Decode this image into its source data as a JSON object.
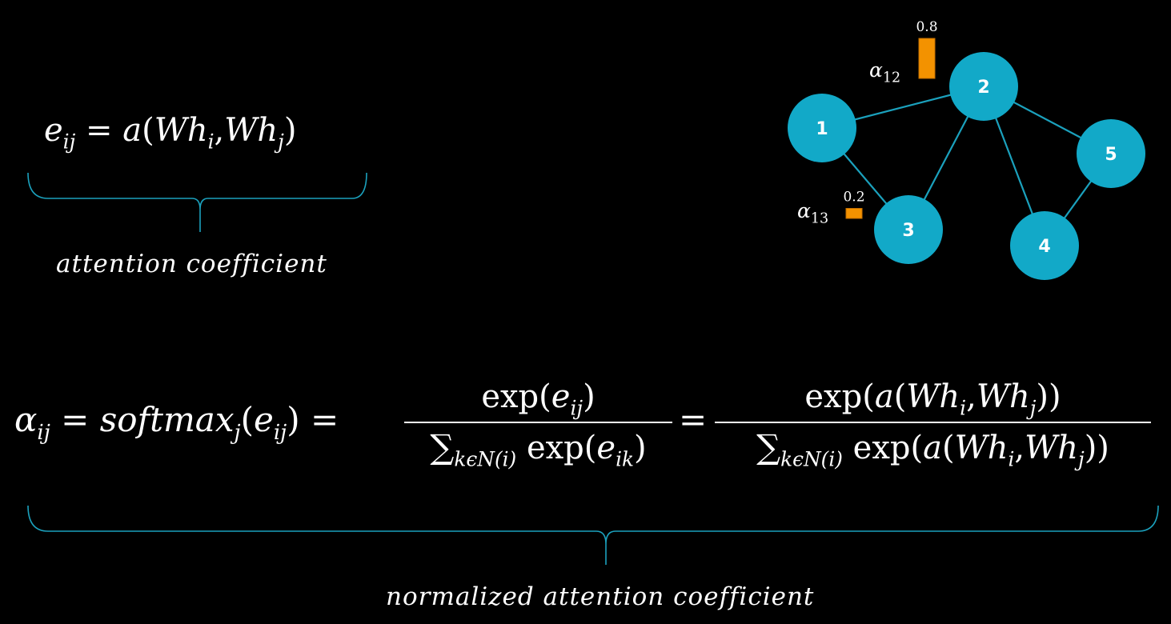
{
  "equation_e": {
    "lhs": "e",
    "lhs_sub": "ij",
    "eq": "=",
    "func": "a",
    "open": "(",
    "arg1": "Wh",
    "arg1_sub": "i",
    "comma": ",",
    "arg2": "Wh",
    "arg2_sub": "j",
    "close": ")"
  },
  "caption_top": "attention coefficient",
  "equation_alpha": {
    "lhs": "α",
    "lhs_sub": "ij",
    "eq1": "=",
    "softmax": "softmax",
    "softmax_sub": "j",
    "open": "(",
    "arg": "e",
    "arg_sub": "ij",
    "close": ")",
    "eq2": "=",
    "frac1_num_exp": "exp(",
    "frac1_num_e": "e",
    "frac1_num_sub": "ij",
    "frac1_num_close": ")",
    "sum_symbol": "∑",
    "sum_sub": "kϵN(i)",
    "frac1_den_exp": "exp(",
    "frac1_den_e": "e",
    "frac1_den_sub": "ik",
    "frac1_den_close": ")",
    "eq3": "=",
    "frac2_num_exp": "exp(",
    "frac2_func": "a",
    "frac2_open": "(",
    "frac2_arg1": "Wh",
    "frac2_arg1_sub": "i",
    "frac2_comma": ",",
    "frac2_arg2": "Wh",
    "frac2_arg2_sub": "j",
    "frac2_close": "))"
  },
  "caption_bottom": "normalized attention coefficient",
  "graph": {
    "nodes": [
      {
        "id": "1",
        "label": "1"
      },
      {
        "id": "2",
        "label": "2"
      },
      {
        "id": "3",
        "label": "3"
      },
      {
        "id": "4",
        "label": "4"
      },
      {
        "id": "5",
        "label": "5"
      }
    ],
    "edges": [
      [
        "1",
        "2"
      ],
      [
        "1",
        "3"
      ],
      [
        "2",
        "3"
      ],
      [
        "2",
        "4"
      ],
      [
        "2",
        "5"
      ],
      [
        "4",
        "5"
      ]
    ],
    "attention_bars": [
      {
        "edge": "1-2",
        "symbol": "α",
        "sub": "12",
        "value": 0.8,
        "label": "0.8"
      },
      {
        "edge": "1-3",
        "symbol": "α",
        "sub": "13",
        "value": 0.2,
        "label": "0.2"
      }
    ],
    "node_color": "#12a9c8",
    "edge_color": "#1ba1bd",
    "bar_color": "#f39200"
  }
}
